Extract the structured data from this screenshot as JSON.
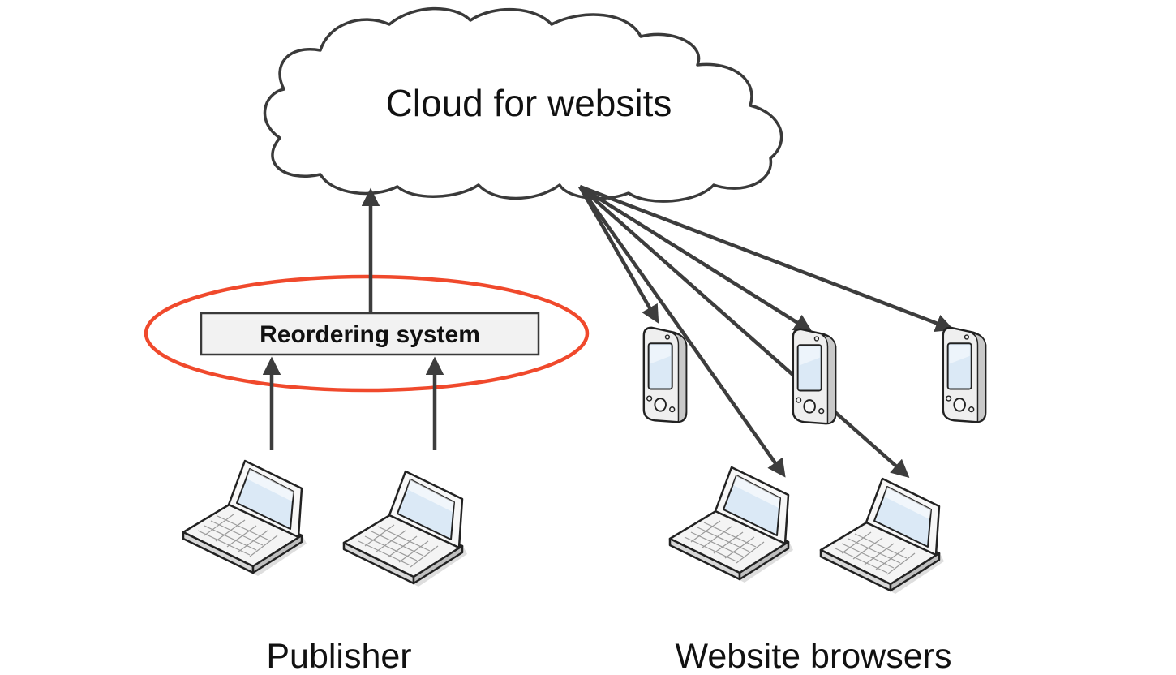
{
  "cloud": {
    "label": "Cloud for websits"
  },
  "reorder_box": {
    "label": "Reordering system",
    "highlight_color": "#f0492c"
  },
  "groups": {
    "publisher_label": "Publisher",
    "browsers_label": "Website browsers"
  },
  "devices": {
    "publisher_laptops": [
      "laptop-icon",
      "laptop-icon"
    ],
    "browser_phones": [
      "mobile-phone-icon",
      "mobile-phone-icon",
      "mobile-phone-icon"
    ],
    "browser_laptops": [
      "laptop-icon",
      "laptop-icon"
    ]
  },
  "colors": {
    "arrow": "#3d3d3d",
    "box_fill": "#f2f2f2",
    "screen": "#dbe9f6"
  }
}
